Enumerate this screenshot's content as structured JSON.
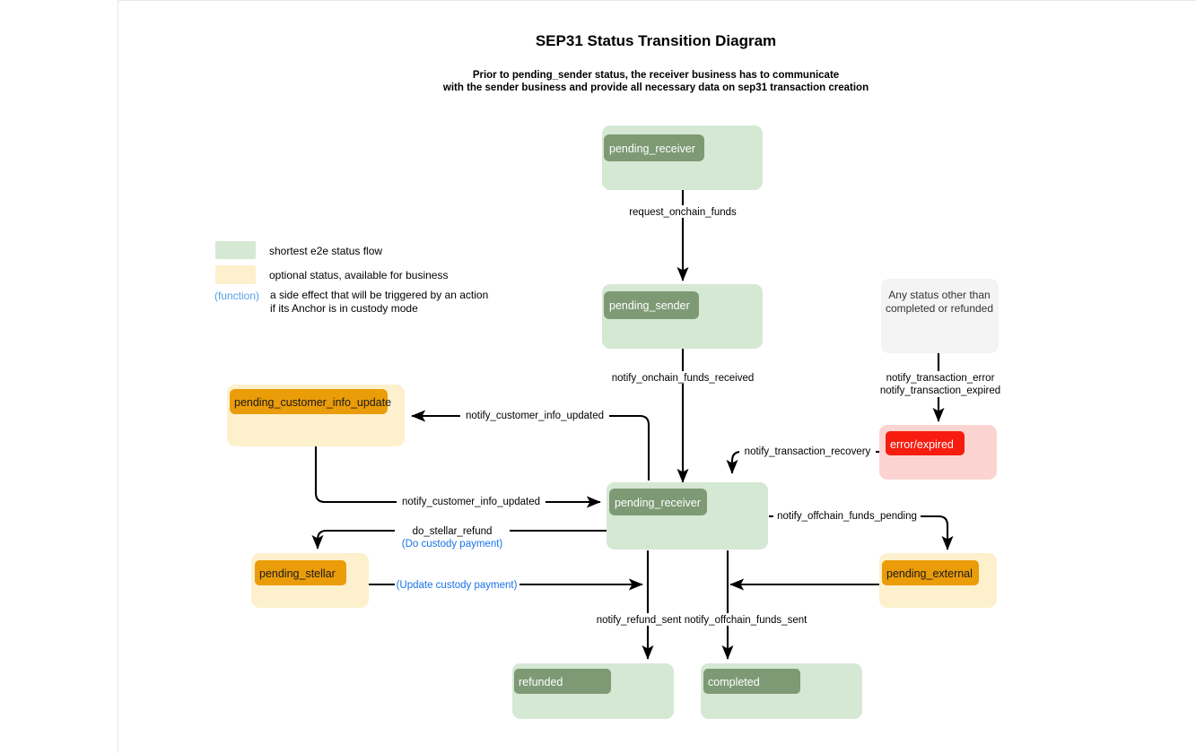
{
  "header": {
    "title": "SEP31 Status Transition Diagram",
    "subtitle_line1": "Prior to pending_sender status, the receiver business has to communicate",
    "subtitle_line2": "with the sender business and provide all necessary data on sep31 transaction creation"
  },
  "legend": {
    "items": [
      {
        "swatch": "#d5e8d4",
        "label": "shortest e2e status flow"
      },
      {
        "swatch": "#fdf0cd",
        "label": "optional status, available for business"
      }
    ],
    "function_key": "(function)",
    "function_desc_line1": "a side effect that will be triggered by an action",
    "function_desc_line2": "if its Anchor is in custody mode"
  },
  "colors": {
    "green_outer": "#d5e8d4",
    "green_inner": "#7d9a75",
    "orange_outer": "#fdf0cd",
    "orange_inner": "#eb9c09",
    "red_outer": "#fbd4d2",
    "red_inner": "#f61d10",
    "gray_outer": "#f4f4f4",
    "edge": "#000000",
    "function_blue": "#1a73e8"
  },
  "nodes": [
    {
      "id": "pending_receiver_top",
      "label": "pending_receiver",
      "kind": "green"
    },
    {
      "id": "pending_sender",
      "label": "pending_sender",
      "kind": "green"
    },
    {
      "id": "any_status",
      "label_line1": "Any status other than",
      "label_line2": "completed or refunded",
      "kind": "gray"
    },
    {
      "id": "error_expired",
      "label": "error/expired",
      "kind": "red"
    },
    {
      "id": "pending_customer_info_update",
      "label": "pending_customer_info_update",
      "kind": "orange"
    },
    {
      "id": "pending_receiver_mid",
      "label": "pending_receiver",
      "kind": "green"
    },
    {
      "id": "pending_stellar",
      "label": "pending_stellar",
      "kind": "orange"
    },
    {
      "id": "pending_external",
      "label": "pending_external",
      "kind": "orange"
    },
    {
      "id": "refunded",
      "label": "refunded",
      "kind": "green"
    },
    {
      "id": "completed",
      "label": "completed",
      "kind": "green"
    }
  ],
  "edges": [
    {
      "id": "e1",
      "label": "request_onchain_funds",
      "from": "pending_receiver_top",
      "to": "pending_sender"
    },
    {
      "id": "e2",
      "label": "notify_onchain_funds_received",
      "from": "pending_sender",
      "to": "pending_receiver_mid"
    },
    {
      "id": "e3",
      "label_line1": "notify_transaction_error",
      "label_line2": "notify_transaction_expired",
      "from": "any_status",
      "to": "error_expired"
    },
    {
      "id": "e4",
      "label": "notify_transaction_recovery",
      "from": "error_expired",
      "to": "pending_receiver_mid"
    },
    {
      "id": "e5",
      "label": "notify_customer_info_updated",
      "from": "pending_receiver_mid",
      "to": "pending_customer_info_update"
    },
    {
      "id": "e6",
      "label": "notify_customer_info_updated",
      "from": "pending_customer_info_update",
      "to": "pending_receiver_mid"
    },
    {
      "id": "e7",
      "label": "do_stellar_refund",
      "label_fn": "(Do custody payment)",
      "from": "pending_receiver_mid",
      "to": "pending_stellar"
    },
    {
      "id": "e8",
      "label_fn": "(Update custody payment)",
      "from": "pending_stellar",
      "to": "refunded_arrow"
    },
    {
      "id": "e9",
      "label": "notify_offchain_funds_pending",
      "from": "pending_receiver_mid",
      "to": "pending_external"
    },
    {
      "id": "e10",
      "label": "notify_refund_sent",
      "from": "pending_receiver_mid",
      "to": "refunded"
    },
    {
      "id": "e11",
      "label": "notify_offchain_funds_sent",
      "from": "pending_receiver_mid",
      "to": "completed"
    }
  ]
}
